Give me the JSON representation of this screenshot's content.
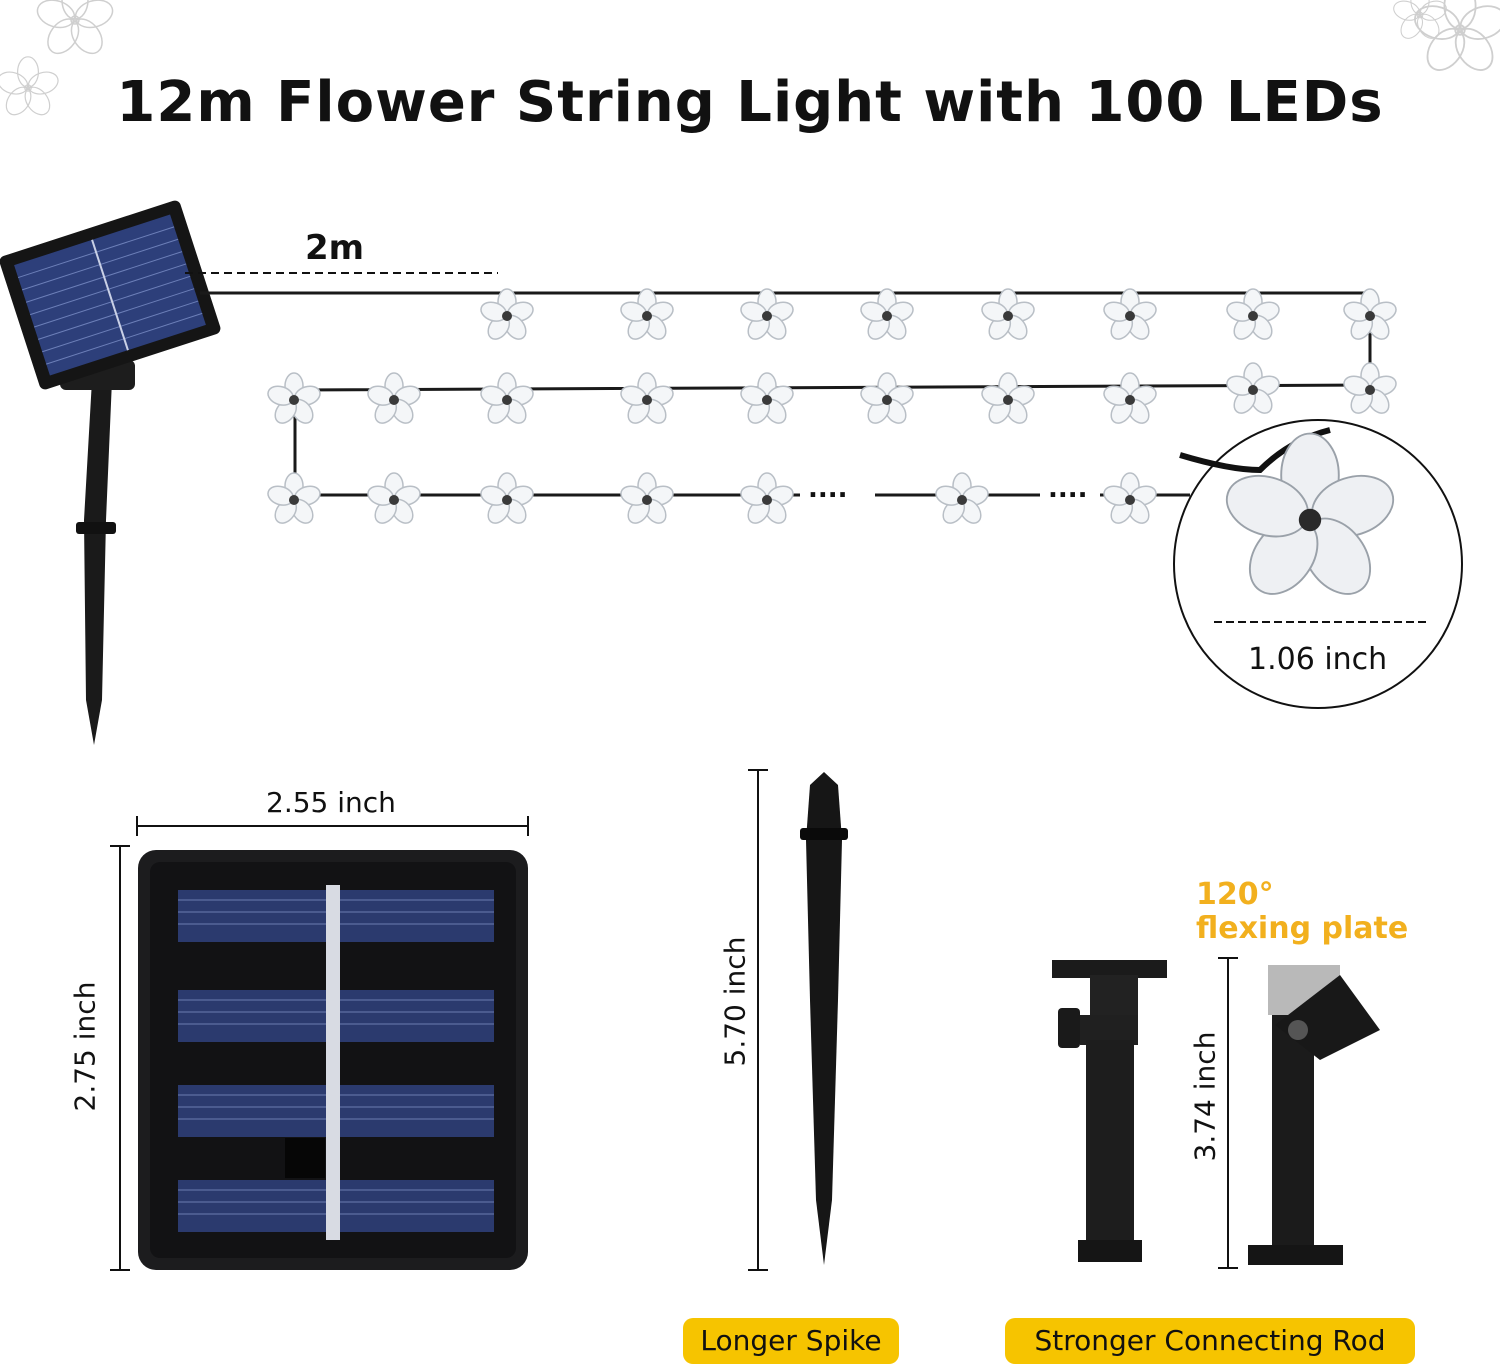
{
  "title": "12m Flower String Light with 100 LEDs",
  "dimensions": {
    "lead_cable": "2m",
    "flower_diameter": "1.06 inch",
    "panel_width": "2.55 inch",
    "panel_height": "2.75 inch",
    "spike_length": "5.70 inch",
    "rod_height": "3.74 inch"
  },
  "string_ellipsis": [
    "....",
    "...."
  ],
  "flexing_plate": {
    "angle": "120°",
    "label": "flexing plate"
  },
  "badges": {
    "spike": "Longer Spike",
    "rod": "Stronger Connecting Rod"
  },
  "colors": {
    "badge_yellow": "#f6c400",
    "accent_orange": "#f2b01e",
    "panel_dark": "#1c1c1e",
    "cell_blue": "#2b3a6e"
  }
}
